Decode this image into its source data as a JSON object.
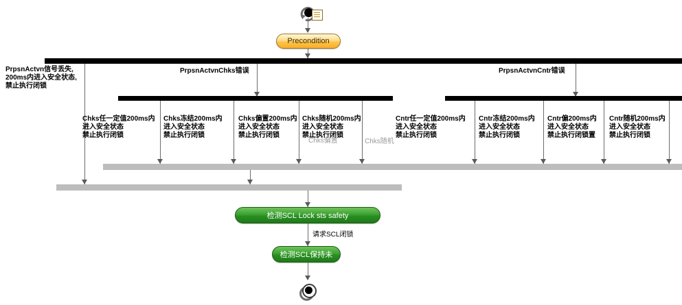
{
  "diagram": {
    "type": "uml-activity-diagram",
    "title": "",
    "start_node": {
      "name": "initial-node",
      "icon": "initial-node-icon",
      "note_icon": "note-icon"
    },
    "end_node": {
      "name": "final-node",
      "icon": "activity-final-icon"
    },
    "precondition": {
      "label": "Precondition"
    },
    "forks": [
      {
        "id": "fork-top",
        "label": ""
      },
      {
        "id": "fork-chks",
        "label": ""
      },
      {
        "id": "fork-cntr",
        "label": ""
      }
    ],
    "joins": [
      {
        "id": "join-upper"
      },
      {
        "id": "join-lower"
      }
    ],
    "branch_titles": [
      {
        "id": "branch-prpsnactvn-signal-loss",
        "text": "PrpsnActvn信号丢失,\n200ms内进入安全状态,\n禁止执行闭锁"
      },
      {
        "id": "branch-prpsnactvnchks-error",
        "text": "PrpsnActvnChks错误"
      },
      {
        "id": "branch-prpsnactvncntr-error",
        "text": "PrpsnActvnCntr错误"
      }
    ],
    "branches": [
      {
        "id": "chks-any-fixed-value",
        "text": "Chks任一定值200ms内\n进入安全状态\n禁止执行闭锁"
      },
      {
        "id": "chks-frozen",
        "text": "Chks冻结200ms内\n进入安全状态\n禁止执行闭锁"
      },
      {
        "id": "chks-offset",
        "text": "Chks偏置200ms内\n进入安全状态\n禁止执行闭锁"
      },
      {
        "id": "chks-random",
        "text": "Chks随机200ms内\n进入安全状态\n禁止执行闭锁"
      },
      {
        "id": "cntr-any-fixed-value",
        "text": "Cntr任一定值200ms内\n进入安全状态\n禁止执行闭锁"
      },
      {
        "id": "cntr-frozen",
        "text": "Cntr冻结200ms内\n进入安全状态\n禁止执行闭锁"
      },
      {
        "id": "cntr-offset",
        "text": "Cntr偏200ms内\n进入安全状态\n禁止执行闭锁置"
      },
      {
        "id": "cntr-random",
        "text": "Cntr随机200ms内\n进入安全状态\n禁止执行闭锁"
      }
    ],
    "ghost_labels": [
      {
        "id": "ghost-chks-offset",
        "text": "Chks偏置"
      },
      {
        "id": "ghost-chks-random",
        "text": "Chks随机"
      }
    ],
    "actions": [
      {
        "id": "action-detect-scl-lock",
        "label": "检测SCL Lock sts safety"
      },
      {
        "id": "action-detect-scl-hold",
        "label": "检测SCL保持未"
      }
    ],
    "edge_labels": [
      {
        "id": "edge-request-scl-lock",
        "text": "请求SCL闭锁"
      }
    ],
    "colors": {
      "fork_bar": "#000000",
      "join_bar": "#bdbdbd",
      "precondition_fill": "#ffc54d",
      "action_fill": "#2a8f23",
      "connector": "#6b6b6b",
      "text": "#000000",
      "ghost_text": "#9a9a9a"
    }
  }
}
